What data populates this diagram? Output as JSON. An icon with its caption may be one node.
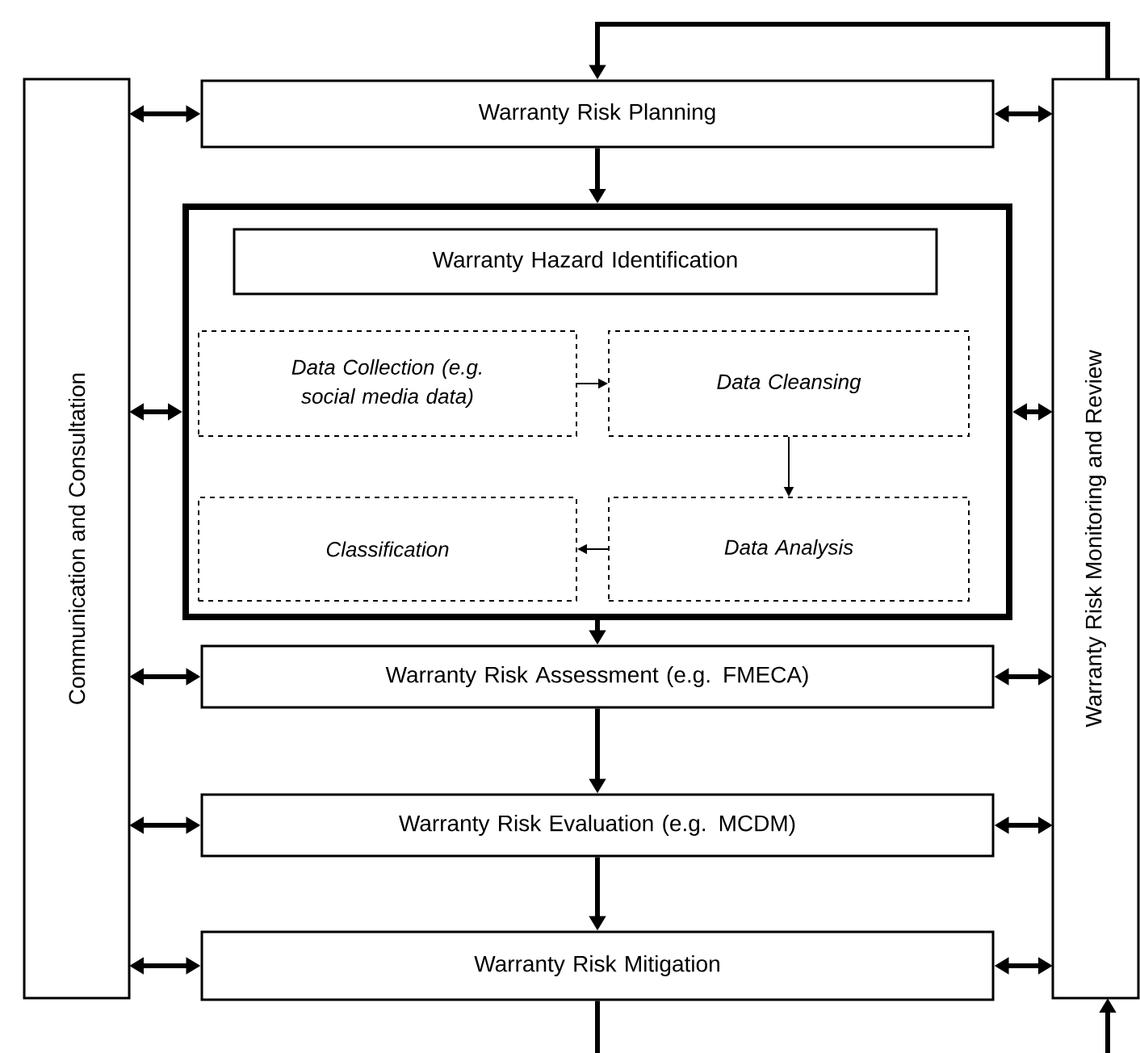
{
  "diagram": {
    "nodes": [
      {
        "text": [
          "Communication and Consultation"
        ]
      },
      {
        "text": [
          "Warranty Risk Planning"
        ]
      },
      {
        "text": [],
        "shape": "box"
      },
      {
        "text": [
          "Warranty Hazard Identification"
        ],
        "in": 2
      },
      {
        "text": [
          "Data Collection (e.g. social media data)"
        ],
        "in": 2
      },
      {
        "text": [
          "Data Cleansing"
        ],
        "in": 2
      },
      {
        "text": [
          "Classification"
        ],
        "in": 2
      },
      {
        "text": [
          "Data Analysis"
        ],
        "in": 2
      },
      {
        "text": [
          "Warranty Risk Assessment (e.g. FMECA)"
        ]
      },
      {
        "text": [
          "Warranty Risk Evaluation (e.g. MCDM)"
        ]
      },
      {
        "text": [
          "Warranty Risk Mitigation"
        ]
      },
      {
        "text": [
          "Warranty Risk Monitoring and Review"
        ]
      }
    ],
    "edges": [
      {
        "from": 0,
        "to": 1,
        "arrow": "both"
      },
      {
        "from": 1,
        "to": 11,
        "arrow": "both"
      },
      {
        "from": 0,
        "to": 2,
        "arrow": "both"
      },
      {
        "from": 2,
        "to": 11,
        "arrow": "both"
      },
      {
        "from": 0,
        "to": 8,
        "arrow": "both"
      },
      {
        "from": 8,
        "to": 11,
        "arrow": "both"
      },
      {
        "from": 0,
        "to": 9,
        "arrow": "both"
      },
      {
        "from": 9,
        "to": 11,
        "arrow": "both"
      },
      {
        "from": 0,
        "to": 10,
        "arrow": "both"
      },
      {
        "from": 10,
        "to": 11,
        "arrow": "both"
      },
      {
        "from": 1,
        "to": 2,
        "arrow": "to"
      },
      {
        "from": 4,
        "to": 5,
        "arrow": "to"
      },
      {
        "from": 5,
        "to": 7,
        "arrow": "to"
      },
      {
        "from": 7,
        "to": 6,
        "arrow": "to"
      },
      {
        "from": 2,
        "to": 8,
        "arrow": "to"
      },
      {
        "from": 8,
        "to": 9,
        "arrow": "to"
      },
      {
        "from": 9,
        "to": 10,
        "arrow": "to"
      },
      {
        "from": 11,
        "to": 1,
        "arrow": "to"
      },
      {
        "from": 10,
        "to": null,
        "arrow": "none"
      },
      {
        "from": null,
        "to": 11,
        "arrow": "to"
      }
    ]
  }
}
